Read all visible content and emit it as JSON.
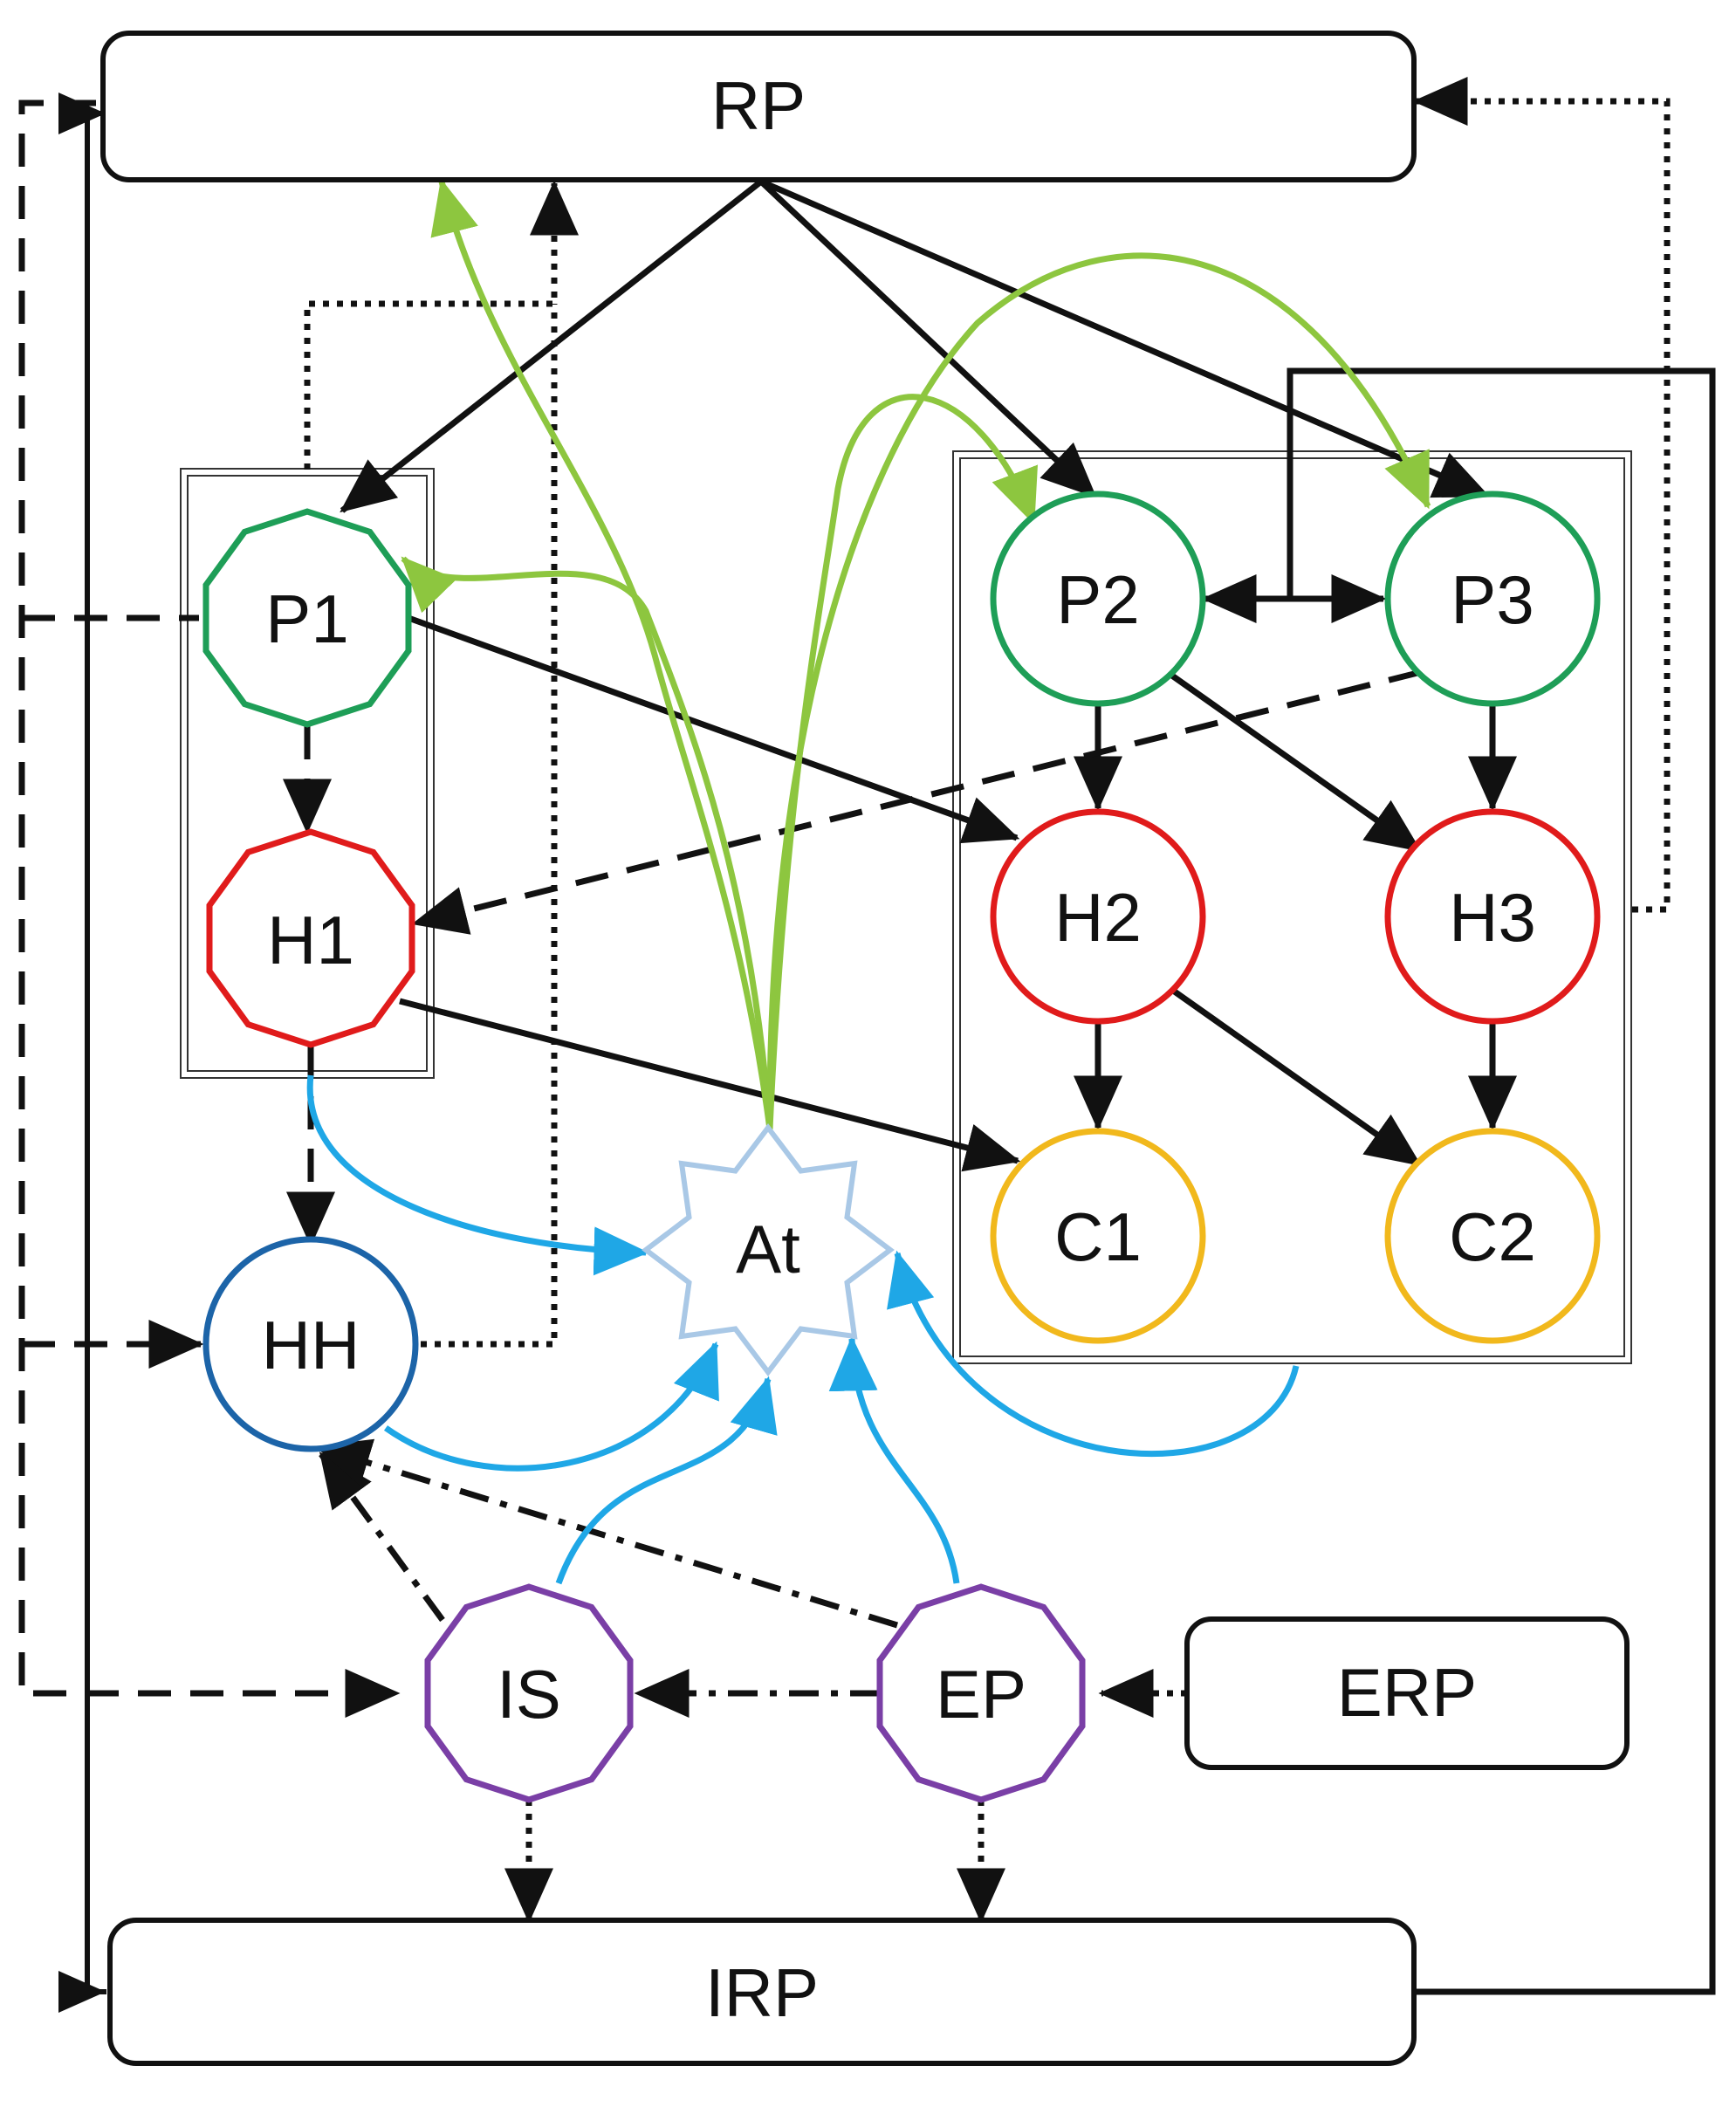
{
  "nodes": {
    "rp": "RP",
    "p1": "P1",
    "h1": "H1",
    "p2": "P2",
    "p3": "P3",
    "h2": "H2",
    "h3": "H3",
    "c1": "C1",
    "c2": "C2",
    "at": "At",
    "hh": "HH",
    "is": "IS",
    "ep": "EP",
    "erp": "ERP",
    "irp": "IRP"
  },
  "colors": {
    "p": "#1e9e57",
    "h": "#e01b1b",
    "c": "#f1b81c",
    "hh": "#1c64a8",
    "purple": "#7a3fa6",
    "at": "#a9c8e6",
    "green_arrow": "#8dc63f",
    "blue_arrow": "#1fa7e6",
    "line": "#111111"
  }
}
